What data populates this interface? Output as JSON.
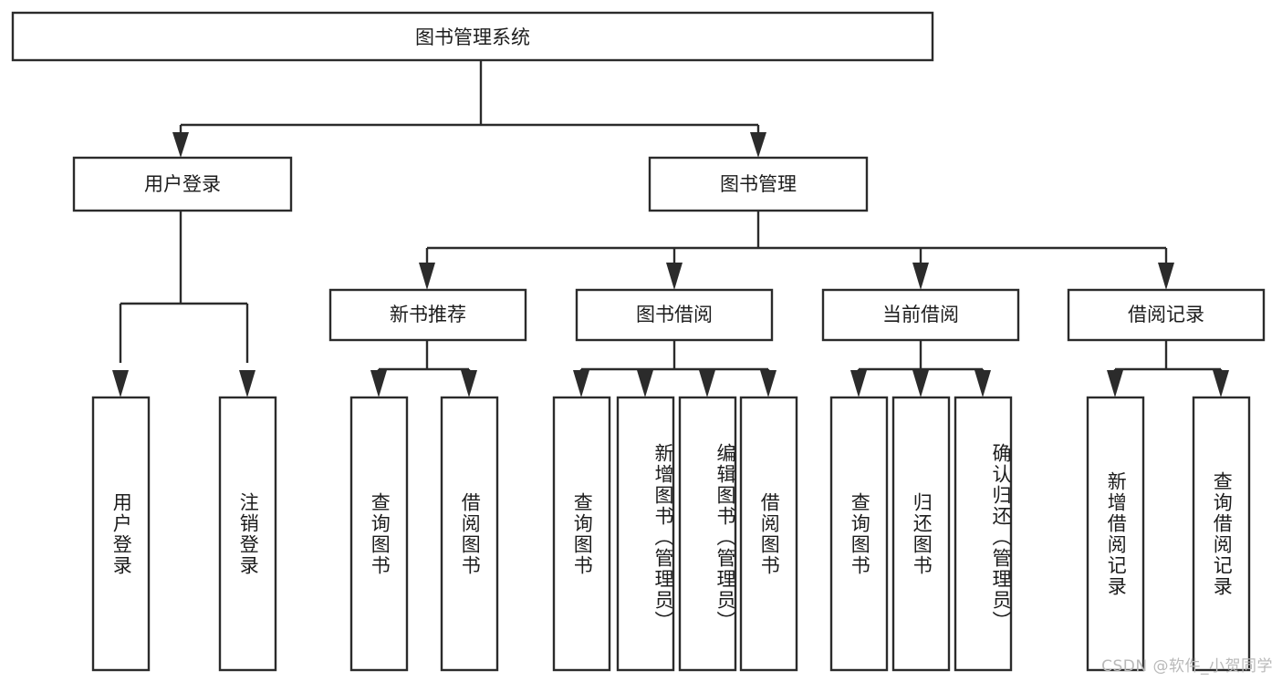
{
  "diagram": {
    "title": "图书管理系统",
    "watermark": "CSDN @软件_小贺同学",
    "type": "tree-hierarchy-chart",
    "colors": {
      "box_fill": "#ffffff",
      "box_stroke": "#2b2b2b",
      "text": "#1c1c1c",
      "background": "#ffffff",
      "watermark": "#b9b9b9"
    },
    "root": {
      "label": "图书管理系统"
    },
    "level2": [
      {
        "label": "用户登录"
      },
      {
        "label": "图书管理"
      }
    ],
    "level3": [
      {
        "label": "新书推荐"
      },
      {
        "label": "图书借阅"
      },
      {
        "label": "当前借阅"
      },
      {
        "label": "借阅记录"
      }
    ],
    "leaves": {
      "user_login": [
        {
          "label": "用户登录"
        },
        {
          "label": "注销登录"
        }
      ],
      "new_book_recommend": [
        {
          "label": "查询图书"
        },
        {
          "label": "借阅图书"
        }
      ],
      "book_borrow": [
        {
          "label": "查询图书"
        },
        {
          "label": "新增图书（管理员）"
        },
        {
          "label": "编辑图书（管理员）"
        },
        {
          "label": "借阅图书"
        }
      ],
      "current_borrow": [
        {
          "label": "查询图书"
        },
        {
          "label": "归还图书"
        },
        {
          "label": "确认归还（管理员）"
        }
      ],
      "borrow_record": [
        {
          "label": "新增借阅记录"
        },
        {
          "label": "查询借阅记录"
        }
      ]
    }
  }
}
